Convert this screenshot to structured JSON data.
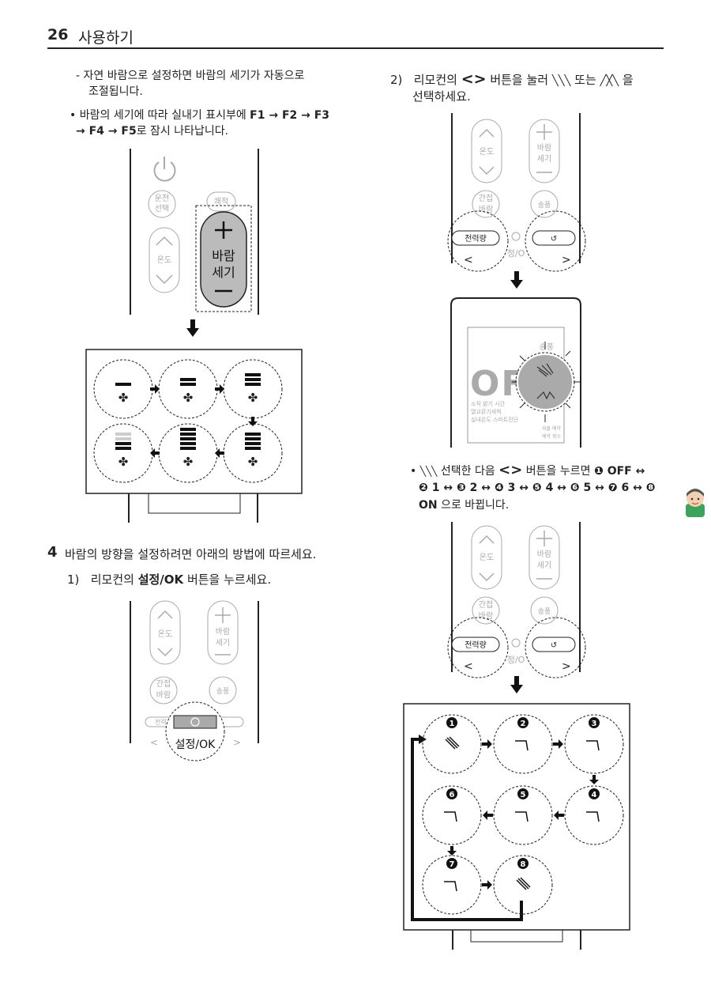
{
  "header": {
    "page_number": "26",
    "title": "사용하기"
  },
  "left": {
    "note_dash": "-  자연 바람으로 설정하면 바람의 세기가 자동으로",
    "note_dash_2": "조절됩니다.",
    "bullet_1a": "바람의 세기에 따라 실내기 표시부에",
    "bullet_1_seq": "F1 → F2 → F3",
    "bullet_1b_seq": "→ F4 → F5",
    "bullet_1c": "로 잠시 나타납니다.",
    "step4_number": "4",
    "step4_text": "바람의 방향을 설정하려면 아래의 방법에 따르세요.",
    "step4_1_num": "1)",
    "step4_1_pre": "리모컨의",
    "step4_1_bold": "설정/OK",
    "step4_1_post": "버튼을 누르세요."
  },
  "right": {
    "step2_num": "2)",
    "step2_pre": "리모컨의",
    "step2_arrows": "<>",
    "step2_mid": "버튼을 눌러",
    "step2_or": "또는",
    "step2_post": "을",
    "step2_line2": "선택하세요.",
    "bullet_2a": "선택한 다음",
    "bullet_2b": "버튼을 누르면",
    "bullet_2_seq_1": "❶ OFF ↔",
    "bullet_2_seq_2": "❷ 1 ↔ ❸ 2 ↔ ❹ 3 ↔ ❺ 4 ↔ ❻ 5 ↔ ❼ 6 ↔ ❽",
    "bullet_2_seq_3a": "ON",
    "bullet_2_seq_3b": "으로 바뀝니다."
  },
  "remote": {
    "power_label": "",
    "mode_label_1": "운전",
    "mode_label_2": "선택",
    "comfort_label": "쾌적",
    "temp_label": "온도",
    "fan_speed_label_1": "바람",
    "fan_speed_label_2": "세기",
    "interval_label_1": "간접",
    "interval_label_2": "바람",
    "fan_only_label": "송풍",
    "power_usage_label": "전력량",
    "ok_label": "설정/OK",
    "ok_partial": "정/O",
    "left_arrow": "<",
    "right_arrow": ">"
  },
  "display": {
    "top_right": "송풍",
    "big_digits": "OFF",
    "row1": "소작  밝기  시간",
    "row2": "열교환기세척",
    "row3": "실내온도 스마트진단",
    "side1": "외출 예약",
    "side2": "예약 취소"
  },
  "swing_steps": [
    "1",
    "2",
    "3",
    "4",
    "5",
    "6",
    "7",
    "8"
  ],
  "icons": {
    "fan": "fan-icon",
    "swing": "swing-icon",
    "down_arrow": "down-arrow-icon"
  }
}
